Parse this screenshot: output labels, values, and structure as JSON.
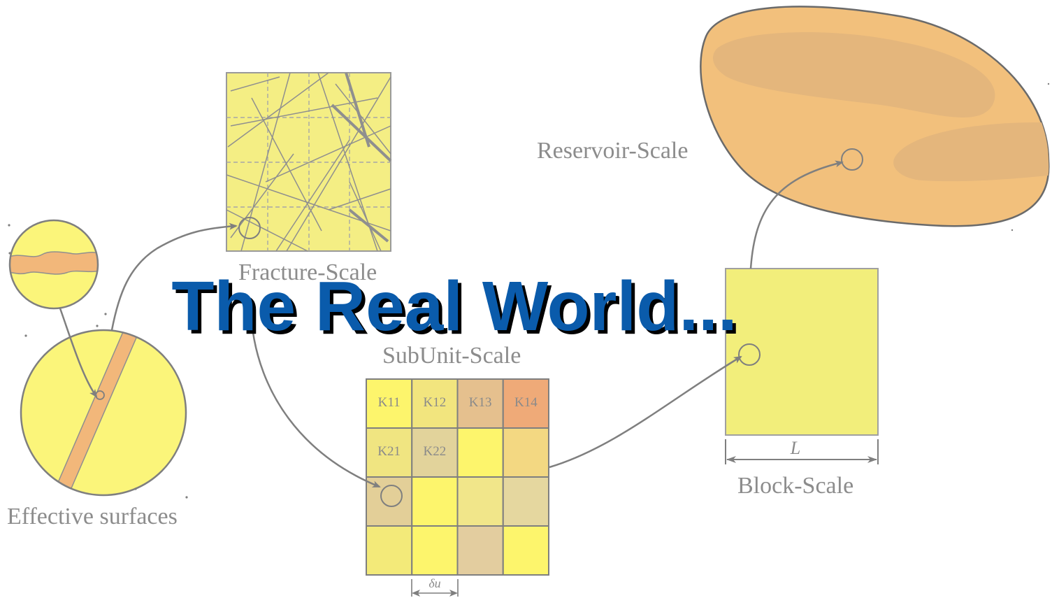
{
  "title": "The Real World...",
  "labels": {
    "effective_surfaces": "Effective surfaces",
    "fracture_scale": "Fracture-Scale",
    "subunit_scale": "SubUnit-Scale",
    "block_scale": "Block-Scale",
    "reservoir_scale": "Reservoir-Scale",
    "block_dimension": "L",
    "subunit_dimension": "δu"
  },
  "subunit_grid": {
    "cell_labels": [
      [
        "K11",
        "K12",
        "K13",
        "K14"
      ],
      [
        "K21",
        "K22",
        "",
        ""
      ],
      [
        "",
        "",
        "",
        ""
      ],
      [
        "",
        "",
        "",
        ""
      ]
    ],
    "cell_colors": [
      [
        "#fdf56c",
        "#f2e57e",
        "#e5c08e",
        "#efaa78"
      ],
      [
        "#f0e581",
        "#e2d39b",
        "#fdf56c",
        "#f3d882"
      ],
      [
        "#e3cf98",
        "#fdf56c",
        "#f1e68a",
        "#e5d79f"
      ],
      [
        "#f3ea79",
        "#fdf56c",
        "#e3cd9f",
        "#fdf56c"
      ]
    ]
  },
  "colors": {
    "title": "#0a5bab",
    "title_shadow": "#000000",
    "yellow": "#fbf57a",
    "block_yellow": "#f2ee7b",
    "orange": "#f2c07c",
    "orange_dark": "#e2b07a",
    "stroke": "#7f7f7f",
    "label": "#8c8c8c"
  }
}
